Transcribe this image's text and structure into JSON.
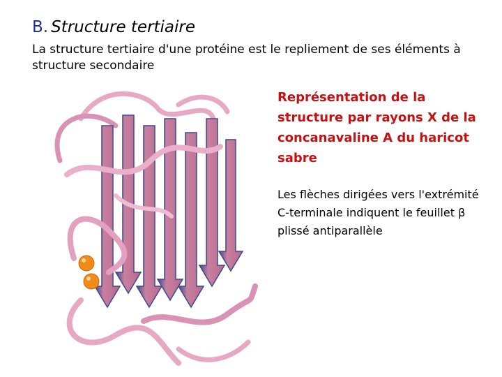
{
  "heading": {
    "letter": "B.",
    "title": "Structure tertiaire"
  },
  "intro": "La structure tertiaire d'une protéine est le repliement de ses éléments à structure secondaire",
  "caption": "Représentation de la structure par rayons X de la concanavaline A du haricot sabre",
  "note": "Les flèches dirigées vers l'extrémité C-terminale indiquent le feuillet β plissé antiparallèle",
  "colors": {
    "heading_letter": "#1f2f8f",
    "caption_text": "#c81010",
    "strand_fill": "#c9809f",
    "strand_edge": "#3e4a8f",
    "coil": "#e7a8c3",
    "metal_ion": "#f08a18"
  }
}
